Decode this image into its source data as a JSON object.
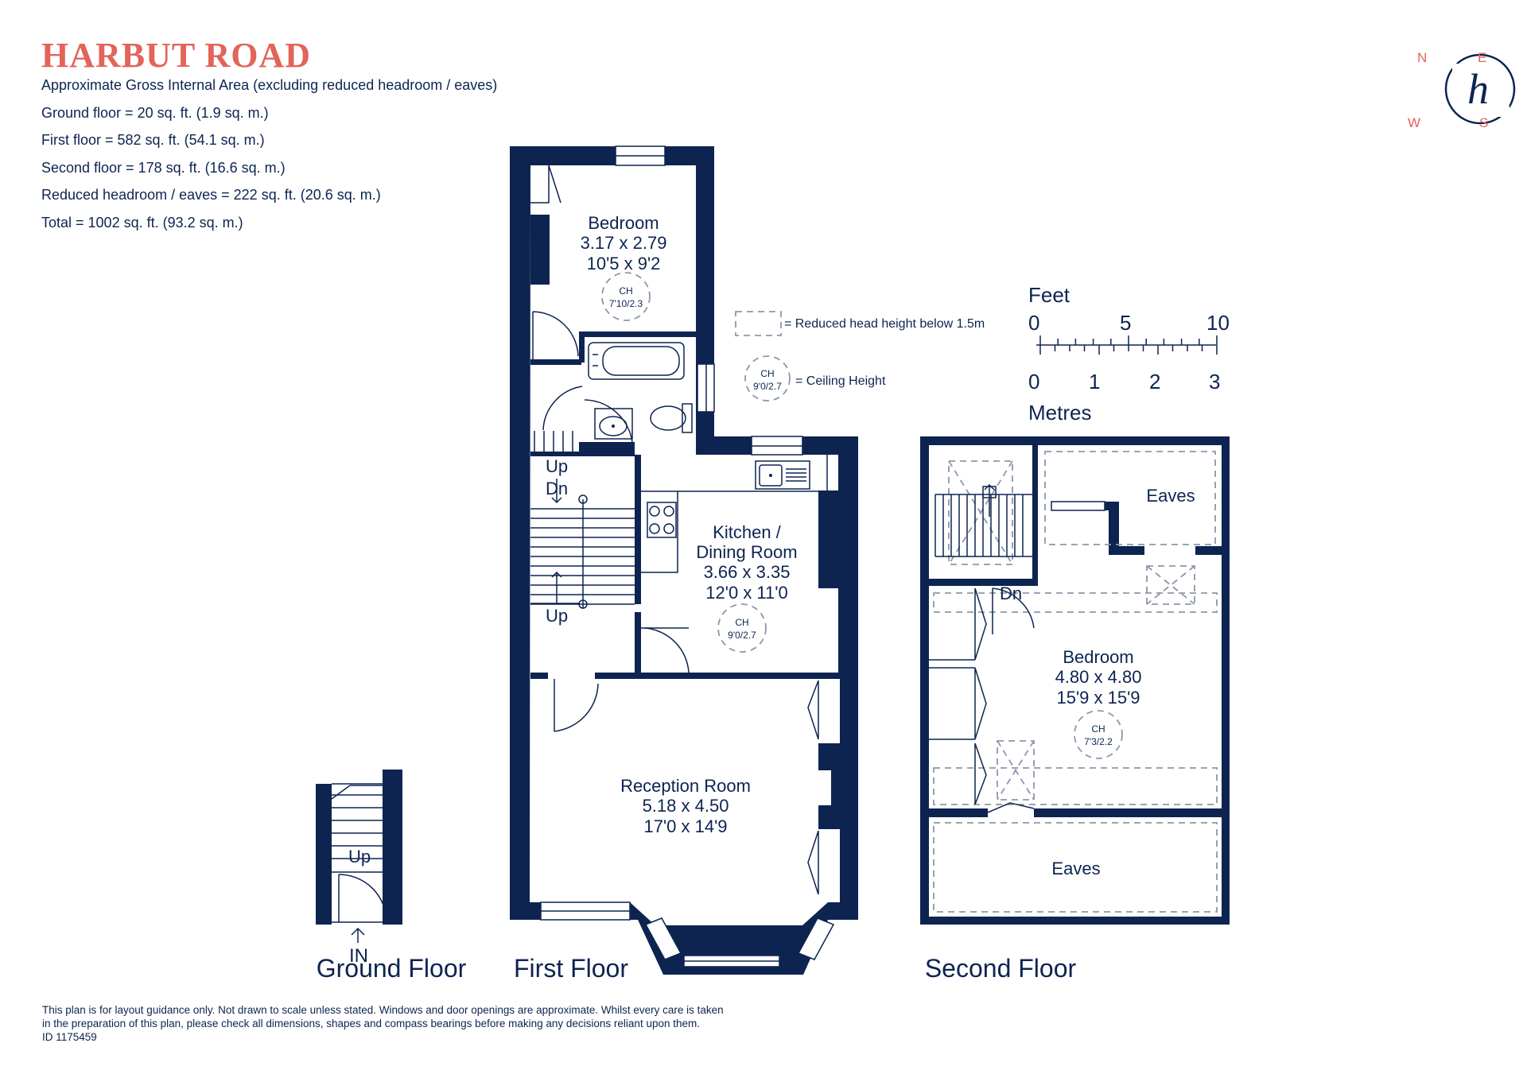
{
  "header": {
    "title": "HARBUT ROAD",
    "area_lines": [
      "Approximate Gross Internal Area (excluding reduced headroom / eaves)",
      "Ground floor = 20 sq. ft. (1.9 sq. m.)",
      "First floor = 582 sq. ft. (54.1 sq. m.)",
      "Second floor = 178 sq. ft. (16.6 sq. m.)",
      "Reduced headroom / eaves = 222 sq. ft. (20.6 sq. m.)",
      "Total = 1002 sq. ft. (93.2 sq. m.)"
    ]
  },
  "compass": {
    "n": "N",
    "e": "E",
    "w": "W",
    "s": "S",
    "logo": "h"
  },
  "legend": {
    "reduced_head": "= Reduced head height below 1.5m",
    "ceiling_height": "= Ceiling Height",
    "ch_label": "CH",
    "ch_value": "9'0/2.7"
  },
  "scale": {
    "feet_label": "Feet",
    "feet_ticks": [
      "0",
      "5",
      "10"
    ],
    "metres_label": "Metres",
    "metre_ticks": [
      "0",
      "1",
      "2",
      "3"
    ]
  },
  "floors": {
    "ground": {
      "label": "Ground Floor",
      "stairs": "Up",
      "entrance": "IN"
    },
    "first": {
      "label": "First Floor",
      "bedroom": {
        "name": "Bedroom",
        "metric": "3.17 x 2.79",
        "imperial": "10'5 x 9'2",
        "ch_label": "CH",
        "ch": "7'10/2.3"
      },
      "kitchen": {
        "name1": "Kitchen /",
        "name2": "Dining Room",
        "metric": "3.66 x 3.35",
        "imperial": "12'0 x 11'0",
        "ch_label": "CH",
        "ch": "9'0/2.7"
      },
      "reception": {
        "name": "Reception Room",
        "metric": "5.18 x 4.50",
        "imperial": "17'0 x 14'9"
      },
      "stairs": {
        "up_top": "Up",
        "dn": "Dn",
        "up_bottom": "Up"
      }
    },
    "second": {
      "label": "Second Floor",
      "bedroom": {
        "name": "Bedroom",
        "metric": "4.80 x 4.80",
        "imperial": "15'9 x 15'9",
        "ch_label": "CH",
        "ch": "7'3/2.2"
      },
      "eaves_top": "Eaves",
      "eaves_bottom": "Eaves",
      "stairs_dn": "Dn"
    }
  },
  "footer": {
    "line1": "This plan is for layout guidance only. Not drawn to scale unless stated. Windows and door openings are approximate. Whilst every care is taken",
    "line2": "in the preparation of this plan, please check all dimensions, shapes and compass bearings before making any decisions reliant upon them.",
    "id": "ID 1175459"
  },
  "colors": {
    "wall": "#0d2451",
    "title": "#e2645a",
    "dashed": "#8d97ab"
  }
}
